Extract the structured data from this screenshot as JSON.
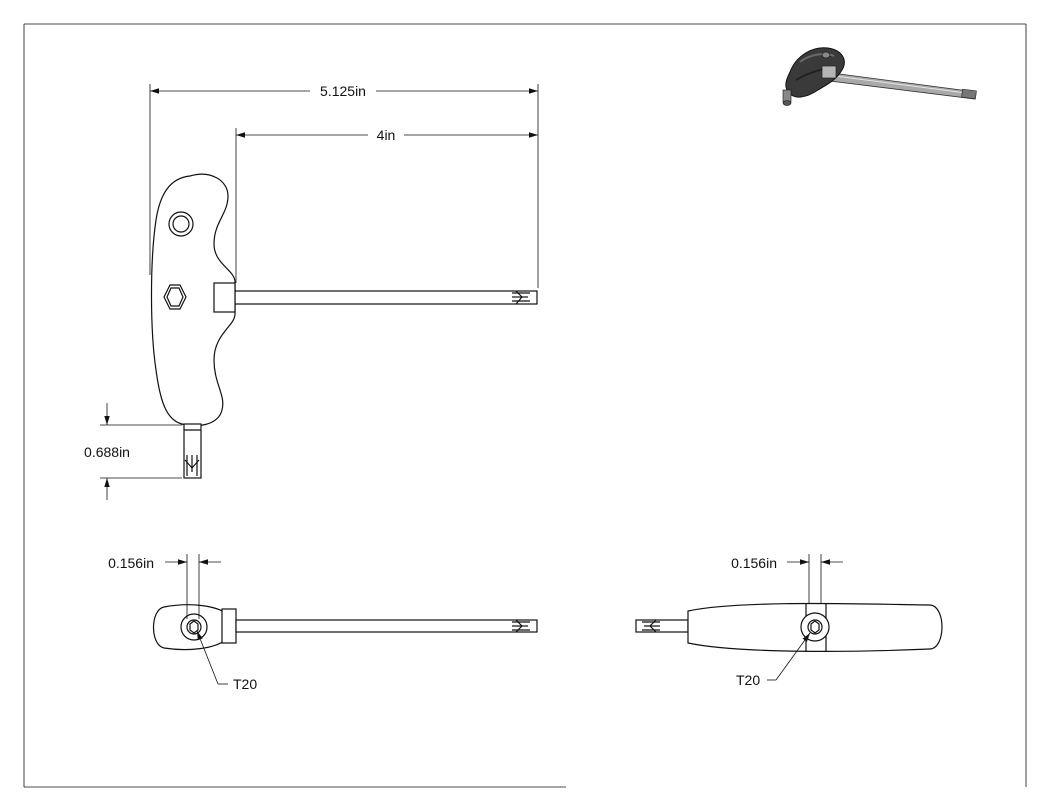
{
  "dimensions": {
    "overall_length": "5.125in",
    "shaft_length": "4in",
    "short_arm_length": "0.688in",
    "left_end_width": "0.156in",
    "right_end_width": "0.156in"
  },
  "callouts": {
    "left_torx_size": "T20",
    "right_torx_size": "T20"
  }
}
